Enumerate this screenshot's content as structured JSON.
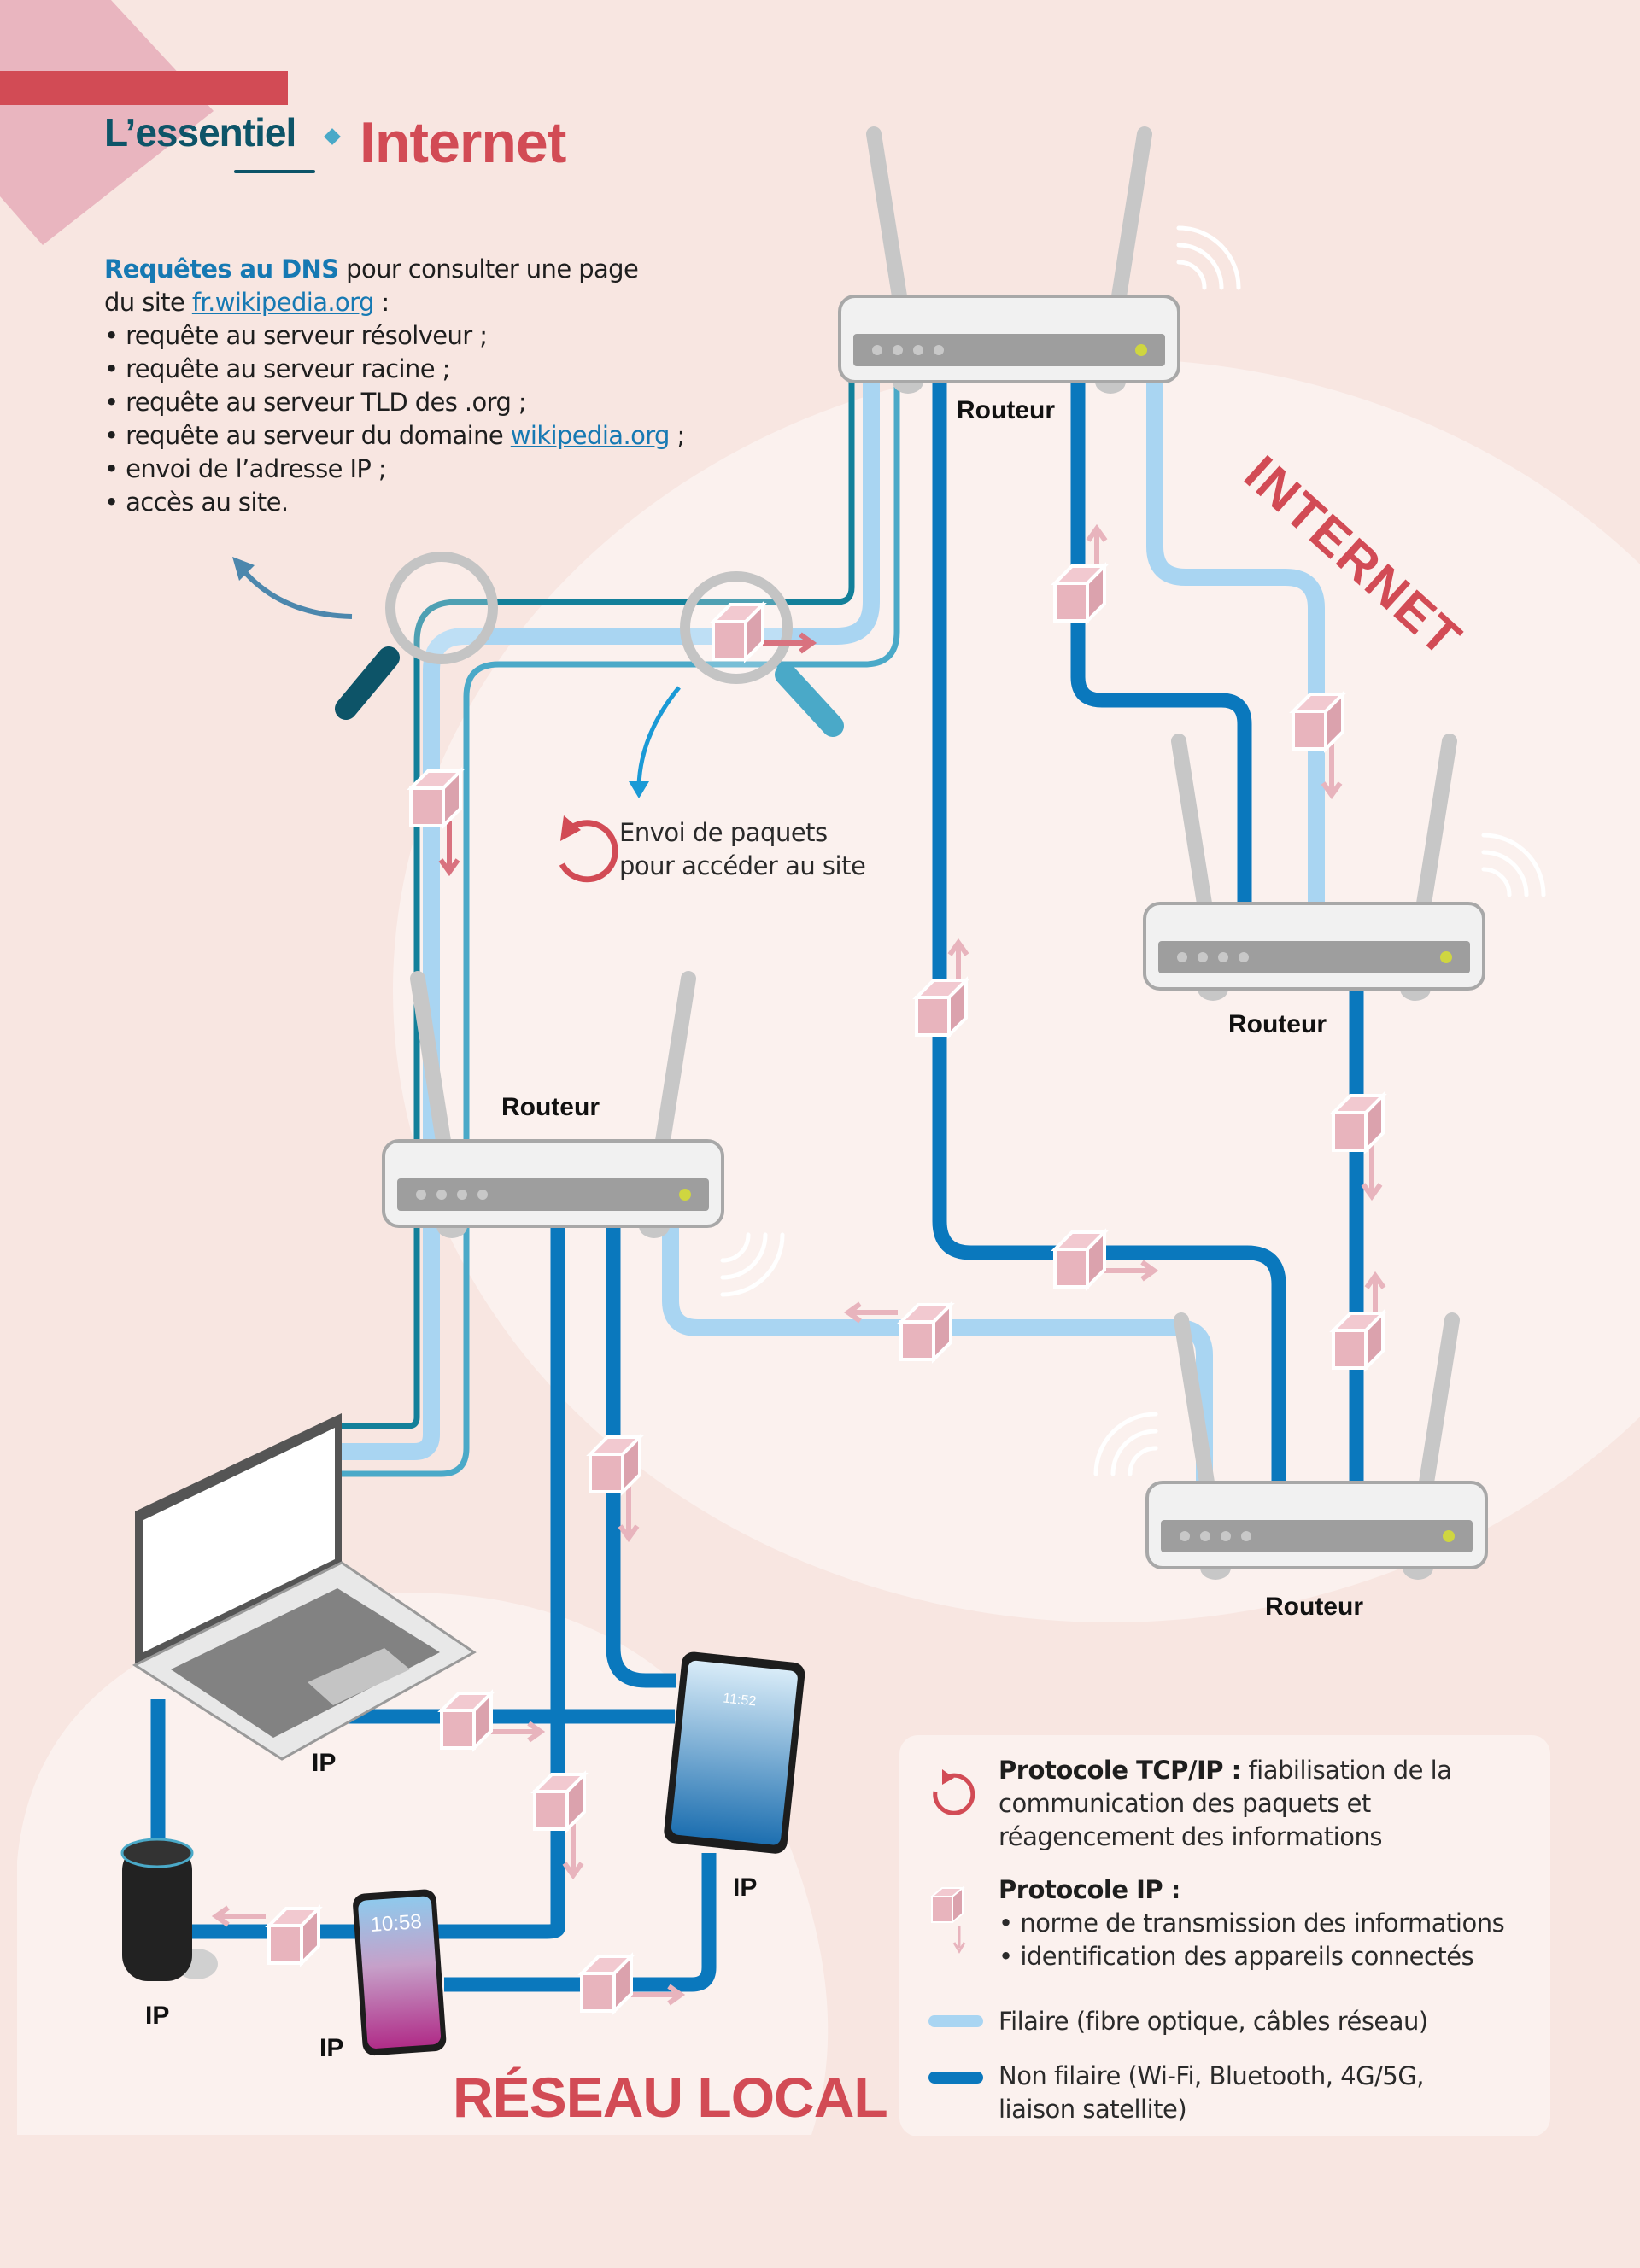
{
  "header": {
    "section_label": "L’essentiel",
    "title": "Internet"
  },
  "dns_box": {
    "lead_strong": "Requêtes au DNS",
    "lead_rest": " pour consulter une page",
    "line2_prefix": "du site ",
    "line2_link": "fr.wikipedia.org",
    "line2_suffix": " :",
    "steps": [
      "requête au serveur résolveur ;",
      "requête au serveur racine ;",
      "requête au serveur TLD des .org ;",
      "requête au serveur du domaine ",
      "envoi de l’adresse IP ;",
      "accès au site."
    ],
    "step4_link": "wikipedia.org",
    "step4_suffix": " ;"
  },
  "callout": {
    "line1": "Envoi de paquets",
    "line2": "pour accéder au site"
  },
  "zones": {
    "internet": "INTERNET",
    "local": "RÉSEAU LOCAL"
  },
  "routers": [
    {
      "id": "router-top",
      "label": "Routeur"
    },
    {
      "id": "router-right",
      "label": "Routeur"
    },
    {
      "id": "router-bottom-right",
      "label": "Routeur"
    },
    {
      "id": "router-local",
      "label": "Routeur"
    }
  ],
  "devices": {
    "laptop": {
      "label": "IP"
    },
    "tablet": {
      "label": "IP",
      "clock": "11:52"
    },
    "smartphone": {
      "label": "IP",
      "clock": "10:58"
    },
    "smart_speaker": {
      "label": "IP"
    }
  },
  "legend": {
    "tcp": {
      "title": "Protocole TCP/IP :",
      "text_inline": " fiabilisation de la",
      "lines": [
        "communication des paquets et",
        "réagencement des informations"
      ]
    },
    "ip": {
      "title": "Protocole IP :",
      "bullets": [
        "norme de transmission des informations",
        "identification des appareils connectés"
      ]
    },
    "wired": {
      "label": "Filaire (fibre optique, câbles réseau)"
    },
    "wireless": {
      "label_line1": "Non filaire (Wi-Fi, Bluetooth, 4G/5G,",
      "label_line2": "liaison satellite)"
    }
  },
  "colors": {
    "background": "#f8e6e1",
    "zone_light": "#fbf1ee",
    "accent_red": "#d24b55",
    "teal_dark": "#0d5468",
    "wired": "#a9d5f2",
    "wireless": "#0a78bd",
    "dns_out": "#13809a",
    "dns_in": "#4aa9c8",
    "packet": "#e8b4bd",
    "packet_arrow": "#e8b4bd",
    "router_body": "#f1f1f1",
    "router_panel": "#9e9e9e",
    "router_led": "#cfd640"
  }
}
